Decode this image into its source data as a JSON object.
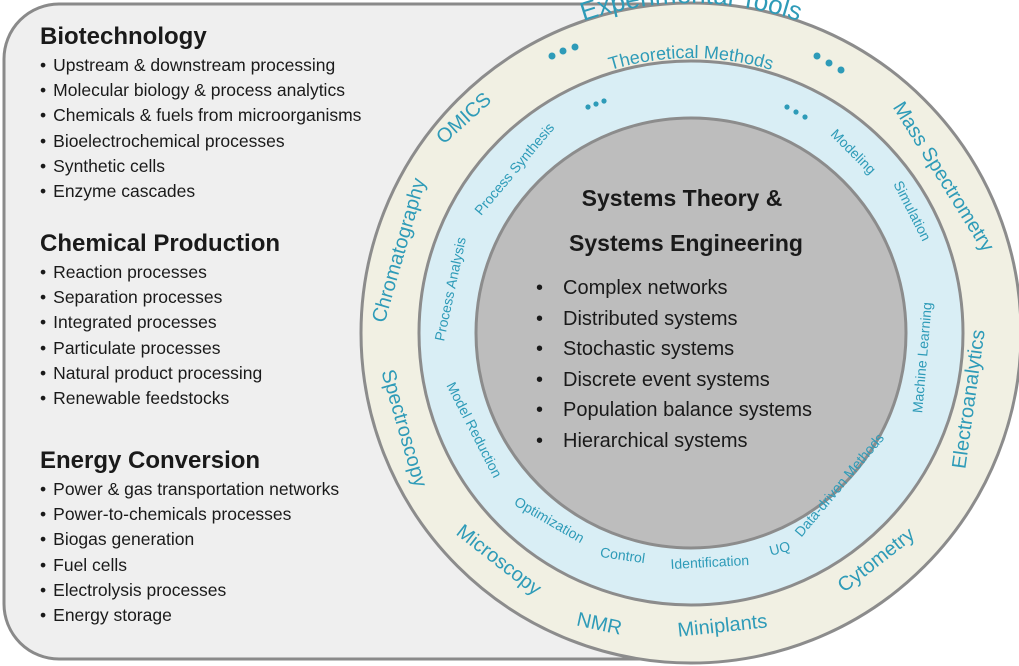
{
  "sections": [
    {
      "title": "Biotechnology",
      "items": [
        "Upstream & downstream processing",
        "Molecular biology & process analytics",
        "Chemicals & fuels from microorganisms",
        "Bioelectrochemical processes",
        "Synthetic cells",
        "Enzyme cascades"
      ]
    },
    {
      "title": "Chemical Production",
      "items": [
        "Reaction processes",
        "Separation processes",
        "Integrated processes",
        "Particulate processes",
        "Natural product processing",
        "Renewable feedstocks"
      ]
    },
    {
      "title": "Energy Conversion",
      "items": [
        "Power & gas transportation networks",
        "Power-to-chemicals  processes",
        "Biogas generation",
        "Fuel cells",
        "Electrolysis processes",
        "Energy storage"
      ]
    }
  ],
  "center": {
    "title_line1": "Systems Theory &",
    "title_line2": "Systems Engineering",
    "items": [
      "Complex networks",
      "Distributed systems",
      "Stochastic systems",
      "Discrete event systems",
      "Population balance systems",
      "Hierarchical systems"
    ]
  },
  "theoretical": {
    "title": "Theoretical Methods",
    "labels": [
      "Process Synthesis",
      "Modeling",
      "Simulation",
      "Process Analysis",
      "Machine Learning",
      "Model Reduction",
      "Data-driven Methods",
      "Optimization",
      "Control",
      "Identification",
      "UQ"
    ]
  },
  "experimental": {
    "title": "Experimental Tools",
    "labels": [
      "OMICS",
      "Mass Spectrometry",
      "Chromatography",
      "Electroanalytics",
      "Spectroscopy",
      "Cytometry",
      "Microscopy",
      "NMR",
      "Miniplants"
    ]
  },
  "colors": {
    "panel_fill": "#efefef",
    "panel_stroke": "#8a8a8a",
    "outer_ring": "#f1f0e3",
    "middle_ring": "#d9eef5",
    "inner_circle": "#bdbdbd",
    "ring_stroke": "#8c8c8c",
    "accent_text": "#2e9bb8",
    "dark_text": "#1a1a1a"
  }
}
